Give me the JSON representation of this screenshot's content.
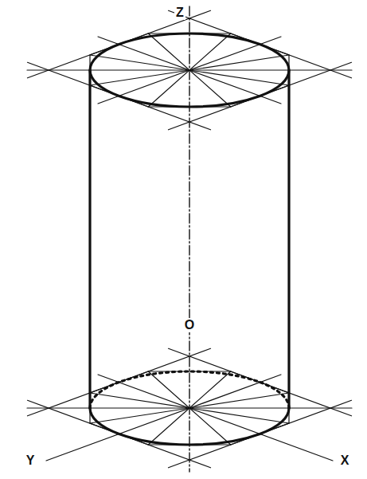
{
  "diagram": {
    "labels": [
      "Z",
      "O",
      "Y",
      "X"
    ]
  }
}
